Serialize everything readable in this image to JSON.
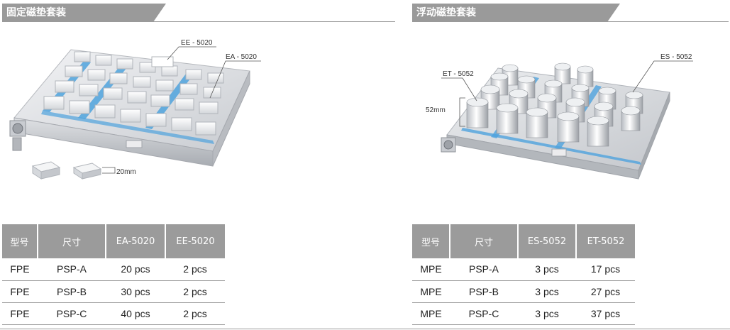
{
  "left": {
    "title": "固定磁垫套装",
    "callouts": {
      "ee": "EE - 5020",
      "ea": "EA - 5020",
      "height": "20mm"
    },
    "table": {
      "headers": [
        "型号",
        "尺寸",
        "EA-5020",
        "EE-5020"
      ],
      "rows": [
        [
          "FPE",
          "PSP-A",
          "20 pcs",
          "2 pcs"
        ],
        [
          "FPE",
          "PSP-B",
          "30 pcs",
          "2 pcs"
        ],
        [
          "FPE",
          "PSP-C",
          "40 pcs",
          "2 pcs"
        ]
      ]
    }
  },
  "right": {
    "title": "浮动磁垫套装",
    "callouts": {
      "es": "ES - 5052",
      "et": "ET - 5052",
      "height": "52mm"
    },
    "table": {
      "headers": [
        "型号",
        "尺寸",
        "ES-5052",
        "ET-5052"
      ],
      "rows": [
        [
          "MPE",
          "PSP-A",
          "3 pcs",
          "17 pcs"
        ],
        [
          "MPE",
          "PSP-B",
          "3 pcs",
          "27 pcs"
        ],
        [
          "MPE",
          "PSP-C",
          "3 pcs",
          "37 pcs"
        ]
      ]
    }
  },
  "colors": {
    "header_bg": "#9a9a9a",
    "accent_blue": "#4fa3dd"
  }
}
